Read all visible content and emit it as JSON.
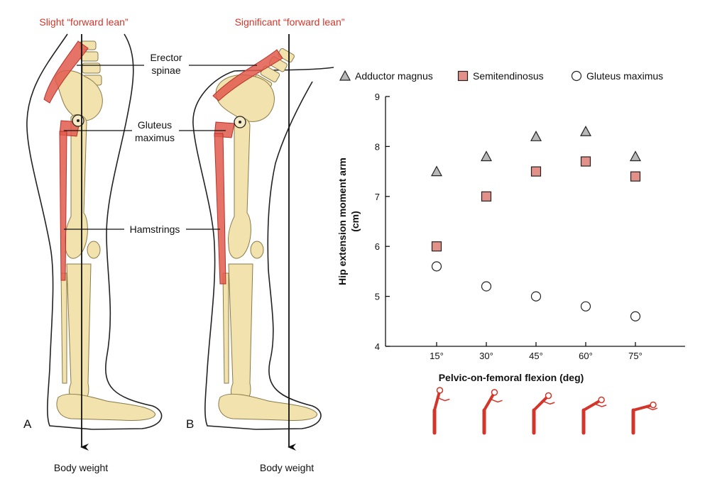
{
  "diagram": {
    "panel_a": {
      "letter": "A",
      "title": "Slight “forward lean”",
      "vector_label": "Body weight"
    },
    "panel_b": {
      "letter": "B",
      "title": "Significant “forward lean”",
      "vector_label": "Body weight"
    },
    "labels": {
      "erector_line1": "Erector",
      "erector_line2": "spinae",
      "gluteus_line1": "Gluteus",
      "gluteus_line2": "maximus",
      "hamstrings": "Hamstrings"
    }
  },
  "chart_data": {
    "type": "scatter",
    "xlabel": "Pelvic-on-femoral flexion (deg)",
    "ylabel_line1": "Hip extension moment arm",
    "ylabel_line2": "(cm)",
    "categories": [
      "15°",
      "30°",
      "45°",
      "60°",
      "75°"
    ],
    "x": [
      15,
      30,
      45,
      60,
      75
    ],
    "ylim": [
      4,
      9
    ],
    "yticks": [
      "4",
      "5",
      "6",
      "7",
      "8",
      "9"
    ],
    "ytick_values": [
      4,
      5,
      6,
      7,
      8,
      9
    ],
    "grid": false,
    "legend_position": "top",
    "series": [
      {
        "name": "Adductor magnus",
        "marker": "triangle",
        "color": "#b8b8b8",
        "values": [
          7.5,
          7.8,
          8.2,
          8.3,
          7.8
        ]
      },
      {
        "name": "Semitendinosus",
        "marker": "square",
        "color": "#e39088",
        "values": [
          6.0,
          7.0,
          7.5,
          7.7,
          7.4
        ]
      },
      {
        "name": "Gluteus maximus",
        "marker": "circle",
        "color": "#ffffff",
        "values": [
          5.6,
          5.2,
          5.0,
          4.8,
          4.6
        ]
      }
    ],
    "pose_icons": 5,
    "pose_color": "#d4352a"
  }
}
